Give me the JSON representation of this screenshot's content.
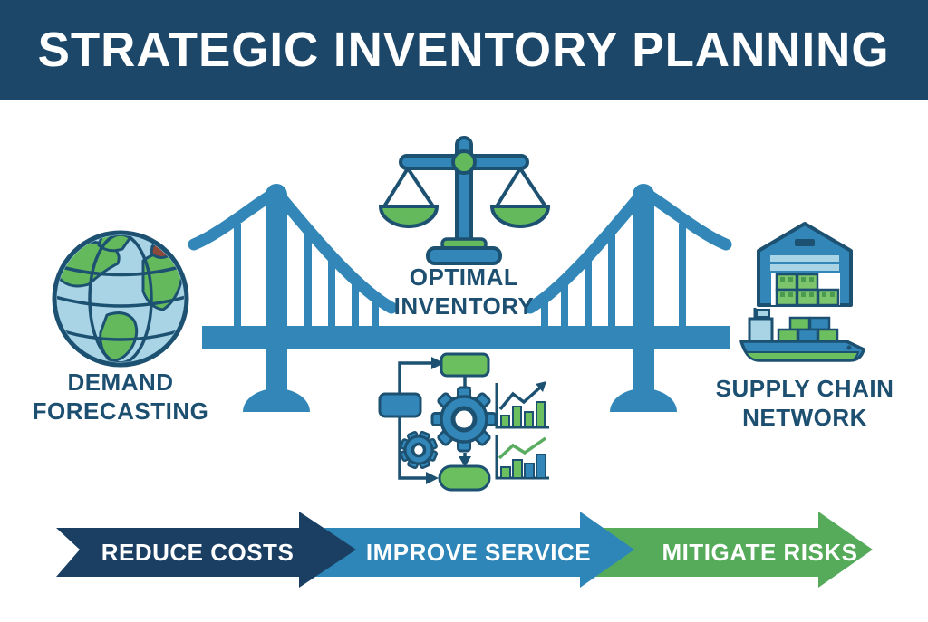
{
  "header": {
    "title": "STRATEGIC INVENTORY PLANNING"
  },
  "labels": {
    "demand": "DEMAND\nFORECASTING",
    "optimal": "OPTIMAL\nINVENTORY",
    "supply": "SUPPLY CHAIN\nNETWORK"
  },
  "icons": {
    "demand": "globe-icon",
    "optimal": "balance-scale-icon",
    "bridge": "suspension-bridge-icon",
    "process": "flowchart-gears-icon",
    "charts": "growth-charts-icon",
    "supply": "warehouse-cargo-ship-icon"
  },
  "arrows": {
    "reduce": {
      "label": "REDUCE COSTS",
      "color": "#1a3f63"
    },
    "improve": {
      "label": "IMPROVE SERVICE",
      "color": "#2e86b8"
    },
    "mitigate": {
      "label": "MITIGATE RISKS",
      "color": "#56ab5b"
    }
  },
  "colors": {
    "header_bg": "#1d4769",
    "bridge_blue": "#3287b8",
    "outline_navy": "#1d5172",
    "accent_green": "#6cbf5f",
    "light_blue": "#a9d4e6",
    "label_text": "#1d4f70"
  }
}
